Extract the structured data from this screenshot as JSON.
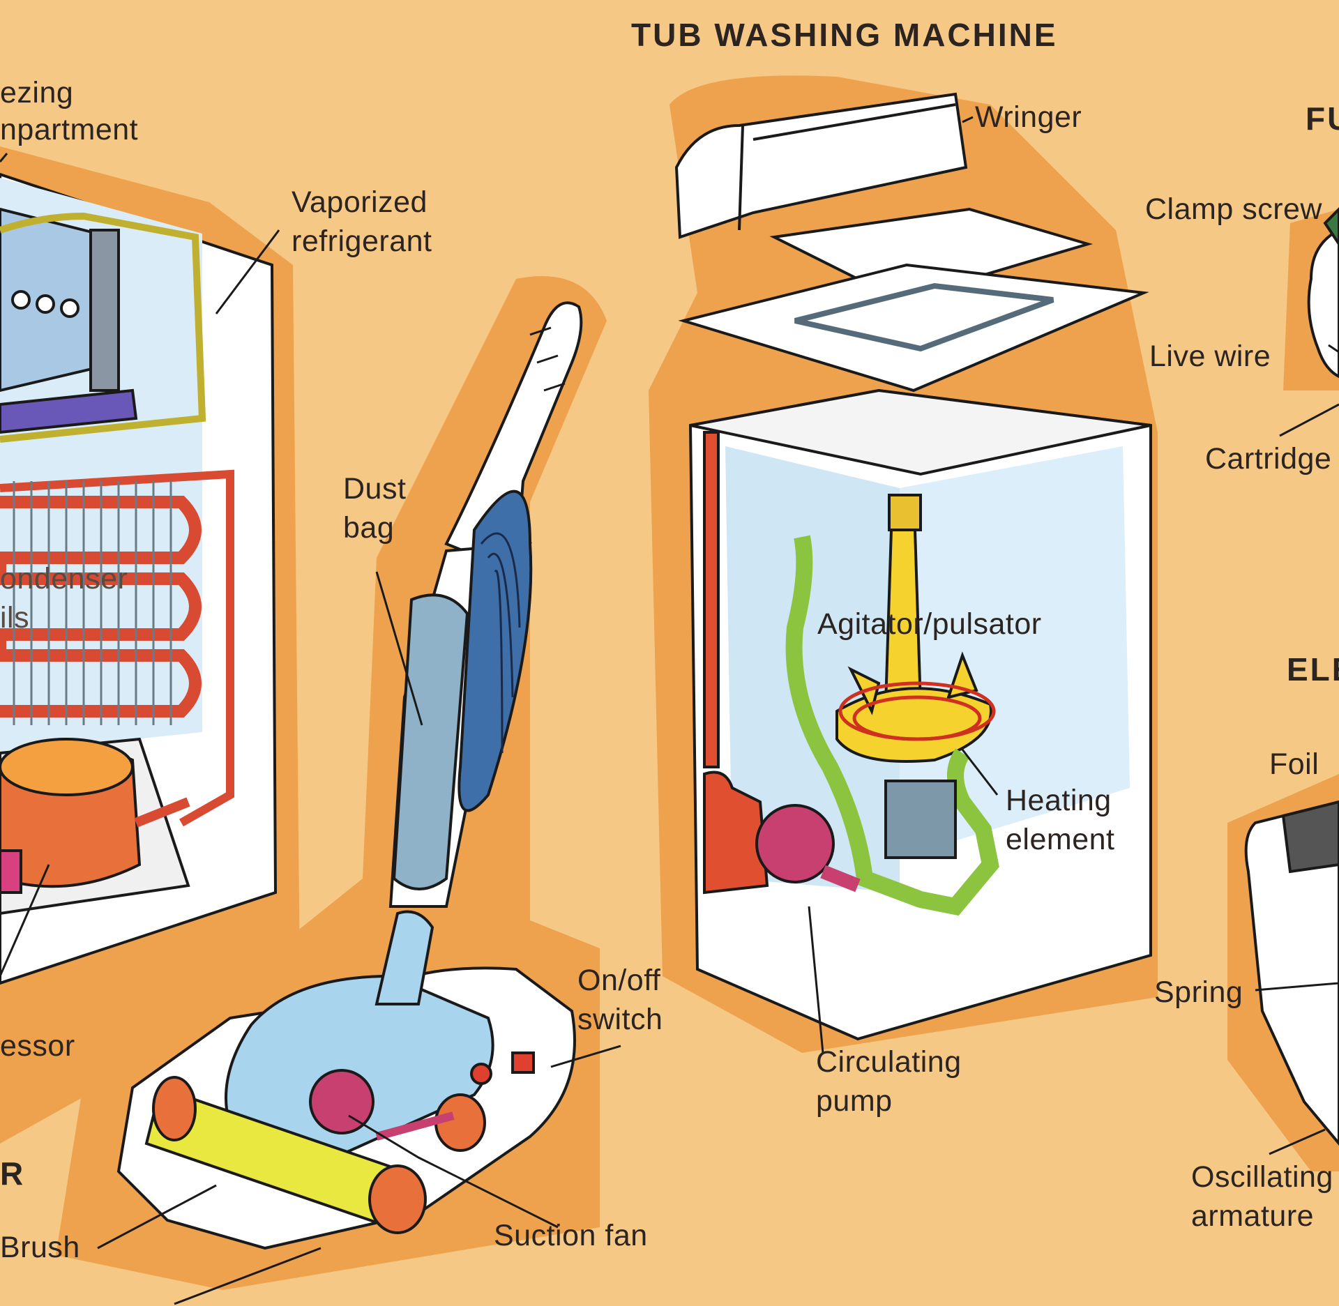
{
  "colors": {
    "background": "#f6c886",
    "halo": "#eea24e",
    "appliance_white": "#ffffff",
    "water_blue": "#cfe6f5",
    "coil_red": "#d94a32",
    "pipe_green": "#8cc440",
    "agitator_yellow": "#f5d22e",
    "dust_bag_blue": "#8fb2c8",
    "pump_magenta": "#c84070",
    "compressor_orange": "#e8703a",
    "outline": "#1a1a1a"
  },
  "sections": {
    "washing_machine_title": "TUB WASHING MACHINE",
    "fuse_title_partial": "FU",
    "shaver_title_partial": "ELE",
    "vacuum_title_partial": "R"
  },
  "labels": {
    "freezing_line1": "ezing",
    "freezing_line2": "npartment",
    "vaporized_refrigerant": "Vaporized\nrefrigerant",
    "condenser_line1": "ondenser",
    "condenser_line2": "ils",
    "compressor": "essor",
    "dust_bag": "Dust\nbag",
    "wringer": "Wringer",
    "agitator": "Agitator/pulsator",
    "heating_element": "Heating\nelement",
    "circulating_pump": "Circulating\npump",
    "on_off_switch": "On/off\nswitch",
    "suction_fan": "Suction fan",
    "brush": "Brush",
    "clamp_screw": "Clamp screw",
    "live_wire": "Live wire",
    "cartridge": "Cartridge",
    "foil": "Foil",
    "spring": "Spring",
    "oscillating_armature": "Oscillating\narmature"
  }
}
